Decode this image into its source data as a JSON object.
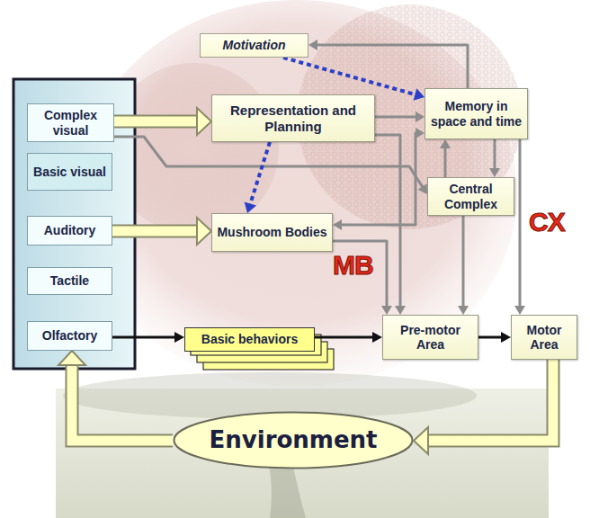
{
  "diagram": {
    "nodes": [
      {
        "text": [
          "Motivation"
        ]
      },
      {
        "text": [
          "Complex visual"
        ]
      },
      {
        "text": [
          "Basic visual"
        ]
      },
      {
        "text": [
          "Auditory"
        ]
      },
      {
        "text": [
          "Tactile"
        ]
      },
      {
        "text": [
          "Olfactory"
        ]
      },
      {
        "text": [
          "Representation and Planning"
        ]
      },
      {
        "text": [
          "Memory in space and time"
        ]
      },
      {
        "text": [
          "Central Complex"
        ]
      },
      {
        "text": [
          "Mushroom Bodies"
        ]
      },
      {
        "text": [
          "Basic behaviors"
        ]
      },
      {
        "text": [
          "Pre-motor Area"
        ]
      },
      {
        "text": [
          "Motor Area"
        ]
      },
      {
        "text": [
          "Environment"
        ]
      }
    ],
    "edges": [
      {
        "from": 1,
        "to": 6,
        "arrow": "to"
      },
      {
        "from": 3,
        "to": 9,
        "arrow": "to"
      },
      {
        "from": 5,
        "to": 10,
        "arrow": "to"
      },
      {
        "from": 10,
        "to": 11,
        "arrow": "to"
      },
      {
        "from": 11,
        "to": 12,
        "arrow": "to"
      },
      {
        "from": 1,
        "to": 8,
        "arrow": "to"
      },
      {
        "from": 6,
        "to": 7,
        "arrow": "to"
      },
      {
        "from": 7,
        "to": 0,
        "arrow": "to"
      },
      {
        "from": 0,
        "to": 7,
        "arrow": "to"
      },
      {
        "from": 6,
        "to": 9,
        "arrow": "to"
      },
      {
        "from": 6,
        "to": 11,
        "arrow": "to"
      },
      {
        "from": 7,
        "to": 9,
        "arrow": "both"
      },
      {
        "from": 7,
        "to": 8,
        "arrow": "to"
      },
      {
        "from": 8,
        "to": 7,
        "arrow": "to"
      },
      {
        "from": 8,
        "to": 11,
        "arrow": "to"
      },
      {
        "from": 7,
        "to": 12,
        "arrow": "to"
      },
      {
        "from": 9,
        "to": 11,
        "arrow": "to"
      },
      {
        "from": 12,
        "to": 13,
        "arrow": "to"
      },
      {
        "from": 13,
        "to": 5,
        "arrow": "to"
      }
    ],
    "labels": [
      "MB",
      "CX"
    ]
  }
}
